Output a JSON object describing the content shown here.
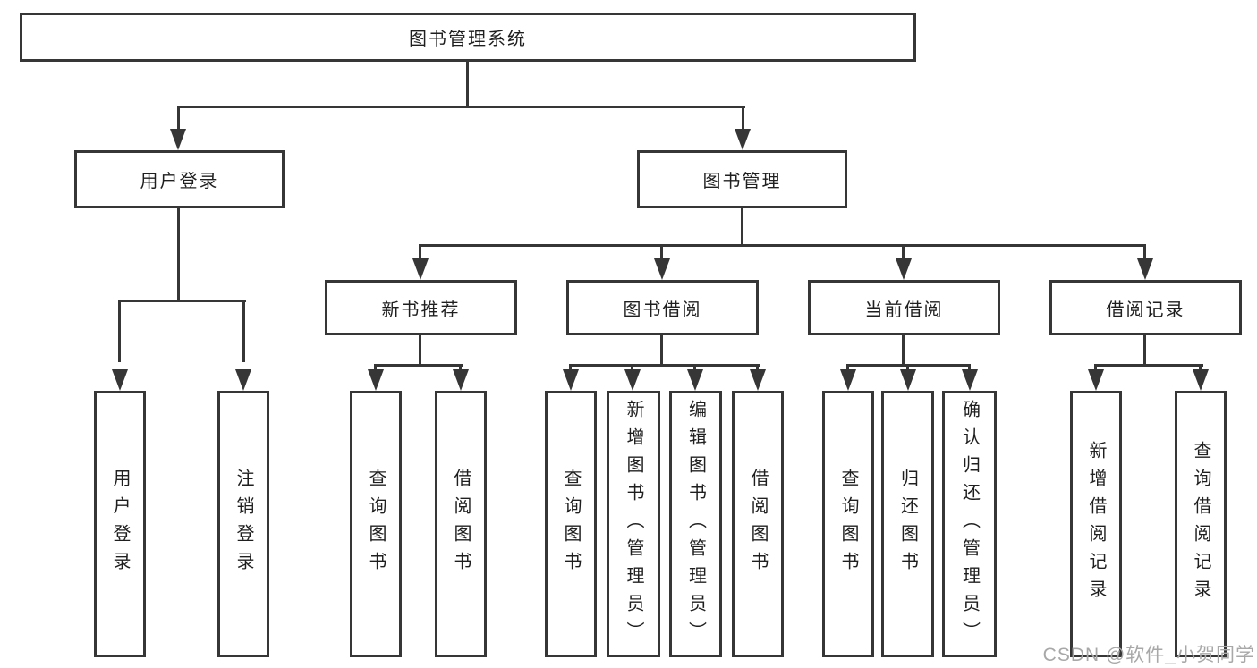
{
  "diagram": {
    "root": {
      "label": "图书管理系统"
    },
    "branches": [
      {
        "label": "用户登录",
        "children": [
          {
            "label": "用户登录"
          },
          {
            "label": "注销登录"
          }
        ]
      },
      {
        "label": "图书管理",
        "children": [
          {
            "label": "新书推荐",
            "children": [
              {
                "label": "查询图书"
              },
              {
                "label": "借阅图书"
              }
            ]
          },
          {
            "label": "图书借阅",
            "children": [
              {
                "label": "查询图书"
              },
              {
                "label": "新增图书（管理员）"
              },
              {
                "label": "编辑图书（管理员）"
              },
              {
                "label": "借阅图书"
              }
            ]
          },
          {
            "label": "当前借阅",
            "children": [
              {
                "label": "查询图书"
              },
              {
                "label": "归还图书"
              },
              {
                "label": "确认归还（管理员）"
              }
            ]
          },
          {
            "label": "借阅记录",
            "children": [
              {
                "label": "新增借阅记录"
              },
              {
                "label": "查询借阅记录"
              }
            ]
          }
        ]
      }
    ]
  },
  "watermark": {
    "text": "CSDN @软件_小贺同学"
  },
  "colors": {
    "line": "#363636",
    "text": "#1f1f1f",
    "background": "#ffffff",
    "watermark": "#a8a8a8"
  }
}
